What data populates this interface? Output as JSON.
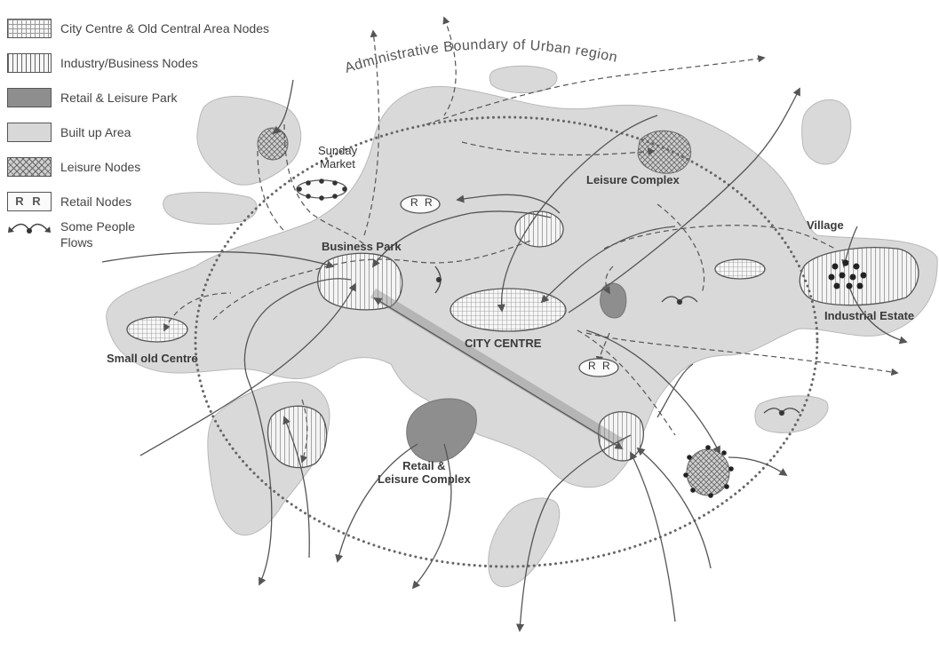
{
  "legend": {
    "city_centre": "City Centre & Old Central Area Nodes",
    "industry": "Industry/Business Nodes",
    "retail_leisure_park": "Retail & Leisure Park",
    "built_up": "Built up Area",
    "leisure_nodes": "Leisure Nodes",
    "retail_nodes_symbol": "R R",
    "retail_nodes": "Retail Nodes",
    "flows_line1": "Some People",
    "flows_line2": "Flows"
  },
  "labels": {
    "boundary": "Administrative Boundary of Urban region",
    "sunday_market_1": "Sunday",
    "sunday_market_2": "Market",
    "leisure_complex": "Leisure Complex",
    "business_park": "Business Park",
    "village": "Village",
    "industrial_estate": "Industrial Estate",
    "small_old_centre": "Small old Centre",
    "city_centre": "CITY CENTRE",
    "retail_leisure_1": "Retail &",
    "retail_leisure_2": "Leisure Complex",
    "rr_top": "R R",
    "rr_bottom": "R R"
  },
  "colors": {
    "built_up": "#d8d8d8",
    "retail_park": "#8e8e8e",
    "line": "#555555"
  },
  "icons": [
    "people-flow-icon",
    "retail-node-icon"
  ]
}
